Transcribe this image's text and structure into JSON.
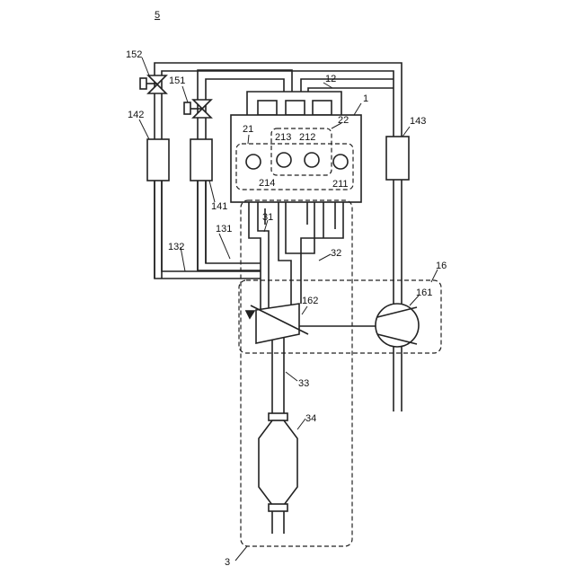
{
  "figure_label": "5",
  "labels": {
    "l1": "1",
    "l3": "3",
    "l12": "12",
    "l16": "16",
    "l21": "21",
    "l22": "22",
    "l31": "31",
    "l32": "32",
    "l33": "33",
    "l34": "34",
    "l131": "131",
    "l132": "132",
    "l141": "141",
    "l142": "142",
    "l143": "143",
    "l151": "151",
    "l152": "152",
    "l161": "161",
    "l162": "162",
    "l211": "211",
    "l212": "212",
    "l213": "213",
    "l214": "214"
  }
}
